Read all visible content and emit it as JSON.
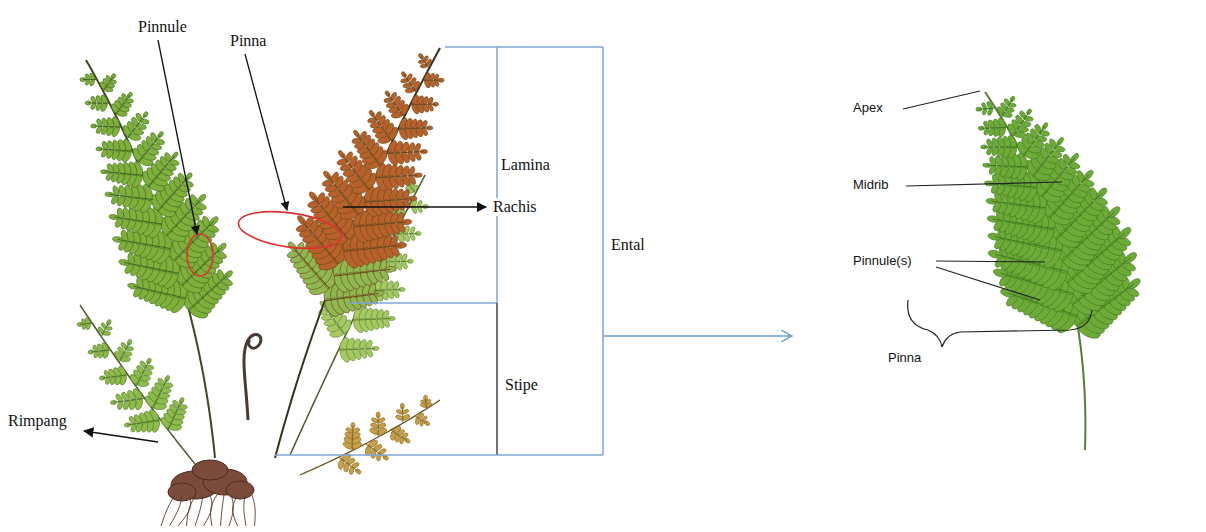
{
  "diagram": {
    "labels": [
      "Pinnule",
      "Pinna",
      "Lamina",
      "Rachis",
      "Stipe",
      "Ental",
      "Rimpang",
      "Apex",
      "Midrib",
      "Pinnule(s)",
      "Pinna"
    ]
  }
}
